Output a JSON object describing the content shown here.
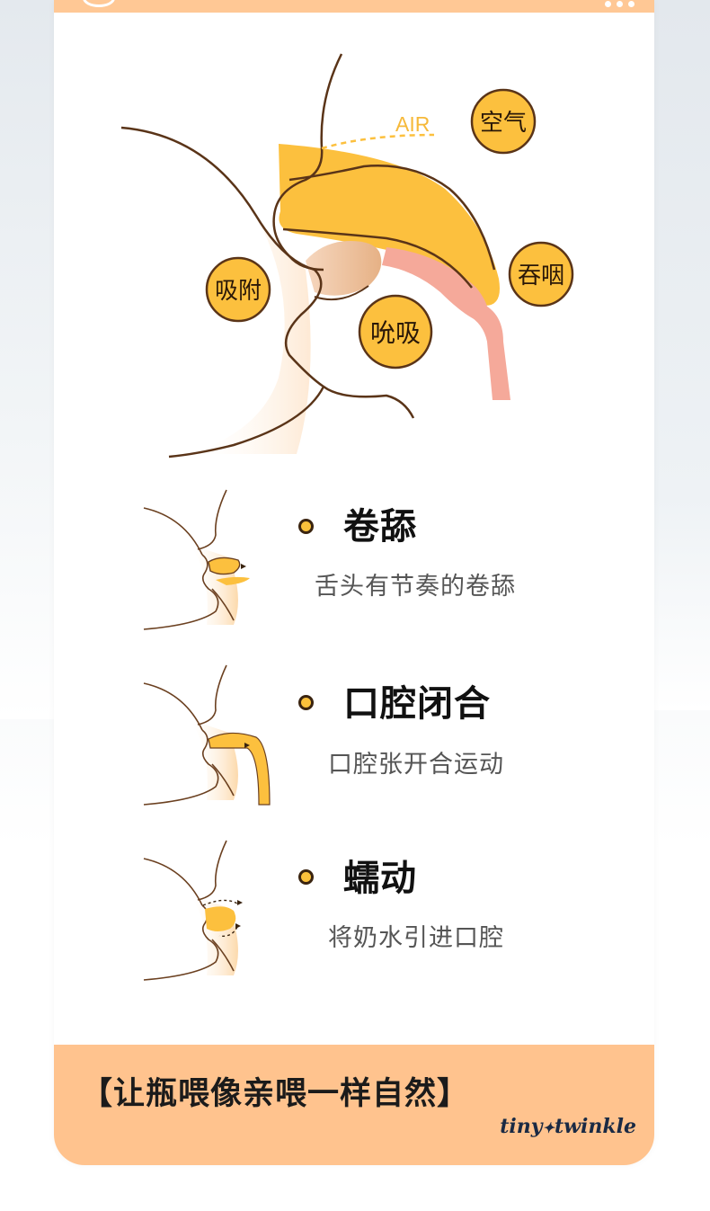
{
  "diagram": {
    "air_label": "AIR",
    "badges": {
      "air": "空气",
      "swallow": "吞咽",
      "latch": "吸附",
      "suck": "吮吸"
    }
  },
  "steps": [
    {
      "title": "卷舔",
      "desc": "舌头有节奏的卷舔"
    },
    {
      "title": "口腔闭合",
      "desc": "口腔张开合运动"
    },
    {
      "title": "蠕动",
      "desc": "将奶水引进口腔"
    }
  ],
  "footer": {
    "slogan": "【让瓶喂像亲喂一样自然】",
    "brand_left": "tiny",
    "brand_star": "✦",
    "brand_right": "twinkle"
  },
  "colors": {
    "accent_orange": "#fbc13b",
    "footer_peach": "#ffc38e",
    "pink": "#f5a99a",
    "outline_brown": "#5a3418"
  }
}
